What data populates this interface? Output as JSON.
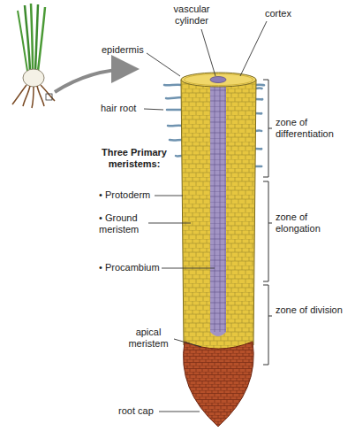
{
  "diagram": {
    "labels": [
      "vascular cylinder",
      "cortex",
      "epidermis",
      "hair root",
      "zone of differentiation",
      "Three Primary meristems:",
      "• Protoderm",
      "• Ground meristem",
      "zone of elongation",
      "• Procambium",
      "zone of division",
      "apical meristem",
      "root cap"
    ]
  }
}
